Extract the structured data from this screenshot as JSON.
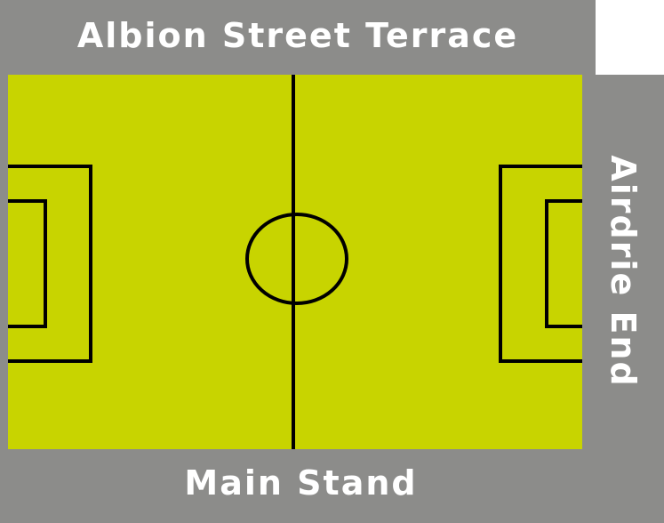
{
  "stands": {
    "top_label": "Albion Street Terrace",
    "bottom_label": "Main Stand",
    "right_label": "Airdrie End"
  },
  "colors": {
    "stand": "#8c8c8a",
    "pitch": "#c8d400",
    "lines": "#000000",
    "label_text": "#ffffff"
  }
}
